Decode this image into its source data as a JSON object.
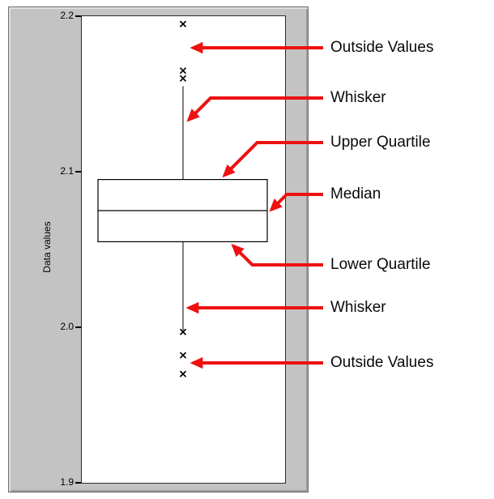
{
  "chart_data": {
    "type": "boxplot",
    "title": "",
    "ylabel": "Data values",
    "ylim": [
      1.9,
      2.2
    ],
    "yticks": [
      "2.2",
      "2.1",
      "2.0",
      "1.9"
    ],
    "grid": false,
    "box": {
      "upper_quartile": 2.095,
      "median": 2.075,
      "lower_quartile": 2.055,
      "upper_whisker_end": 2.155,
      "lower_whisker_end": 1.998,
      "upper_outside_values": [
        2.195,
        2.165,
        2.16
      ],
      "lower_outside_values": [
        1.997,
        1.982,
        1.97
      ]
    },
    "annotations": [
      {
        "label": "Outside Values",
        "target": "upper_outliers"
      },
      {
        "label": "Whisker",
        "target": "upper_whisker"
      },
      {
        "label": "Upper Quartile",
        "target": "upper_quartile"
      },
      {
        "label": "Median",
        "target": "median"
      },
      {
        "label": "Lower Quartile",
        "target": "lower_quartile"
      },
      {
        "label": "Whisker",
        "target": "lower_whisker"
      },
      {
        "label": "Outside Values",
        "target": "lower_outliers"
      }
    ],
    "colors": {
      "arrow": "#ee1111",
      "box_stroke": "#000000",
      "panel_bg": "#c3c3c3",
      "plot_bg": "#ffffff"
    }
  }
}
